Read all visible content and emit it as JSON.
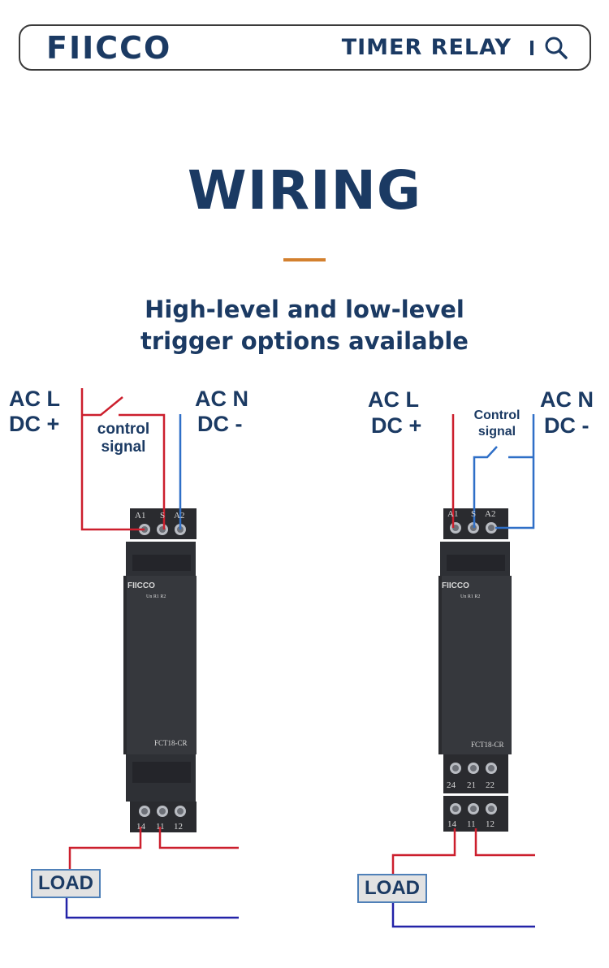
{
  "header": {
    "brand": "FIICCO",
    "title": "TIMER RELAY",
    "search_icon": "search-icon"
  },
  "main": {
    "title": "WIRING",
    "subtitle_line1": "High-level and low-level",
    "subtitle_line2": "trigger options available"
  },
  "left_diagram": {
    "ac_l": "AC L",
    "dc_plus": "DC +",
    "ac_n": "AC N",
    "dc_minus": "DC -",
    "control_line1": "control",
    "control_line2": "signal",
    "terminal_a1": "A1",
    "terminal_s": "S",
    "terminal_a2": "A2",
    "brand": "FIICCO",
    "leds": "Un R1 R2",
    "model": "FCT18-CR",
    "terminal_14": "14",
    "terminal_11": "11",
    "terminal_12": "12",
    "load": "LOAD"
  },
  "right_diagram": {
    "ac_l": "AC  L",
    "dc_plus": "DC +",
    "ac_n": "AC N",
    "dc_minus": "DC -",
    "control_line1": "Control",
    "control_line2": "signal",
    "terminal_a1": "A1",
    "terminal_s": "S",
    "terminal_a2": "A2",
    "brand": "FIICCO",
    "leds": "Un R1 R2",
    "model": "FCT18-CR",
    "terminal_21_top": "24",
    "terminal_21": "21",
    "terminal_22": "22",
    "terminal_14": "14",
    "terminal_11": "11",
    "terminal_12": "12",
    "load": "LOAD"
  },
  "colors": {
    "navy": "#1b3a63",
    "accent": "#d3802e",
    "live_wire": "#cc1f2d",
    "neutral_wire": "#2f6fc7",
    "load_wire": "#2323a8",
    "device": "#36383d"
  }
}
